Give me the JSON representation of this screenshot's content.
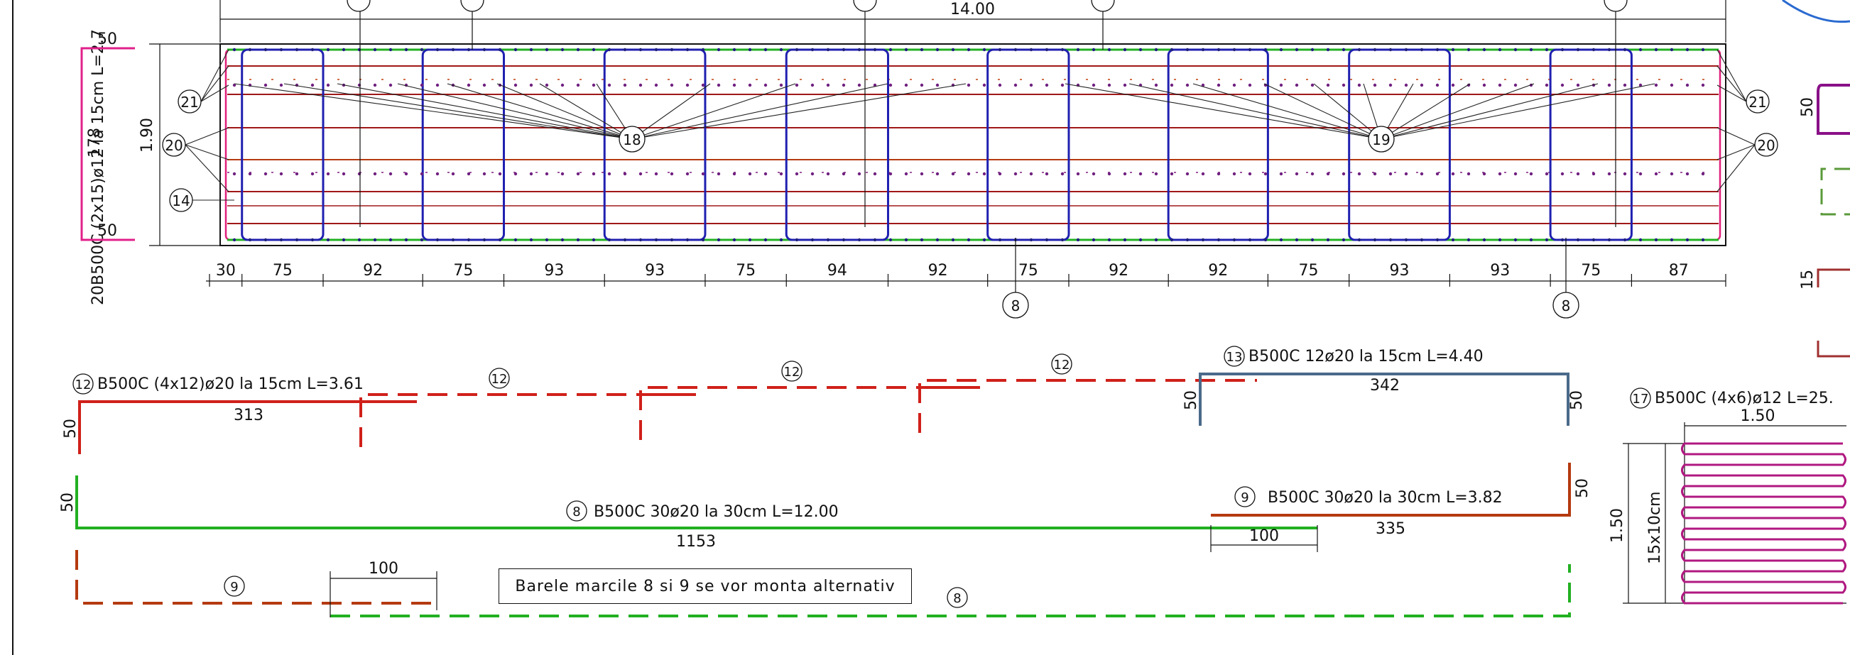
{
  "section": {
    "length_label": "14.00",
    "height_label": "1.90",
    "spacings": [
      "30",
      "75",
      "92",
      "75",
      "93",
      "93",
      "75",
      "94",
      "92",
      "75",
      "92",
      "92",
      "75",
      "93",
      "93",
      "75",
      "87"
    ],
    "callouts_left": [
      "21",
      "20",
      "14"
    ],
    "callouts_right": [
      "21",
      "20"
    ],
    "callout_18": "18",
    "callout_19": "19",
    "callout_8": "8"
  },
  "stirrup20": {
    "label": "20B500C  (2x15)ø12  la  15cm  L=2.7",
    "top": "50",
    "middle": "178",
    "bottom": "50"
  },
  "bar12": {
    "mark": "12",
    "label": "B500C  (4x12)ø20  la  15cm  L=3.61",
    "length": "313",
    "leg": "50"
  },
  "bar13": {
    "mark": "13",
    "label": "B500C  12ø20  la  15cm  L=4.40",
    "length": "342",
    "leg_left": "50",
    "leg_right": "50"
  },
  "bar8": {
    "mark": "8",
    "label": "B500C  30ø20  la  30cm  L=12.00",
    "length": "1153",
    "leg": "50"
  },
  "bar9": {
    "mark": "9",
    "label": "B500C  30ø20  la  30cm  L=3.82",
    "length": "335",
    "leg": "50",
    "overlap": "100"
  },
  "bottom_overlap": "100",
  "note": "Barele marcile 8 si 9 se vor monta alternativ",
  "bar17": {
    "mark": "17",
    "label": "B500C  (4x6)ø12  L=25.",
    "width": "1.50",
    "height": "1.50",
    "spacing": "15x10cm"
  },
  "right_edge": {
    "dim_top": "50",
    "dim_bottom": "15"
  },
  "colors": {
    "stirrup": "#2020b0",
    "red": "#d0201a",
    "darkred": "#a01818",
    "green": "#22b022",
    "steel": "#4a6a8a",
    "brown": "#b43a10",
    "magenta": "#c8208a",
    "pink": "#e0207a"
  }
}
